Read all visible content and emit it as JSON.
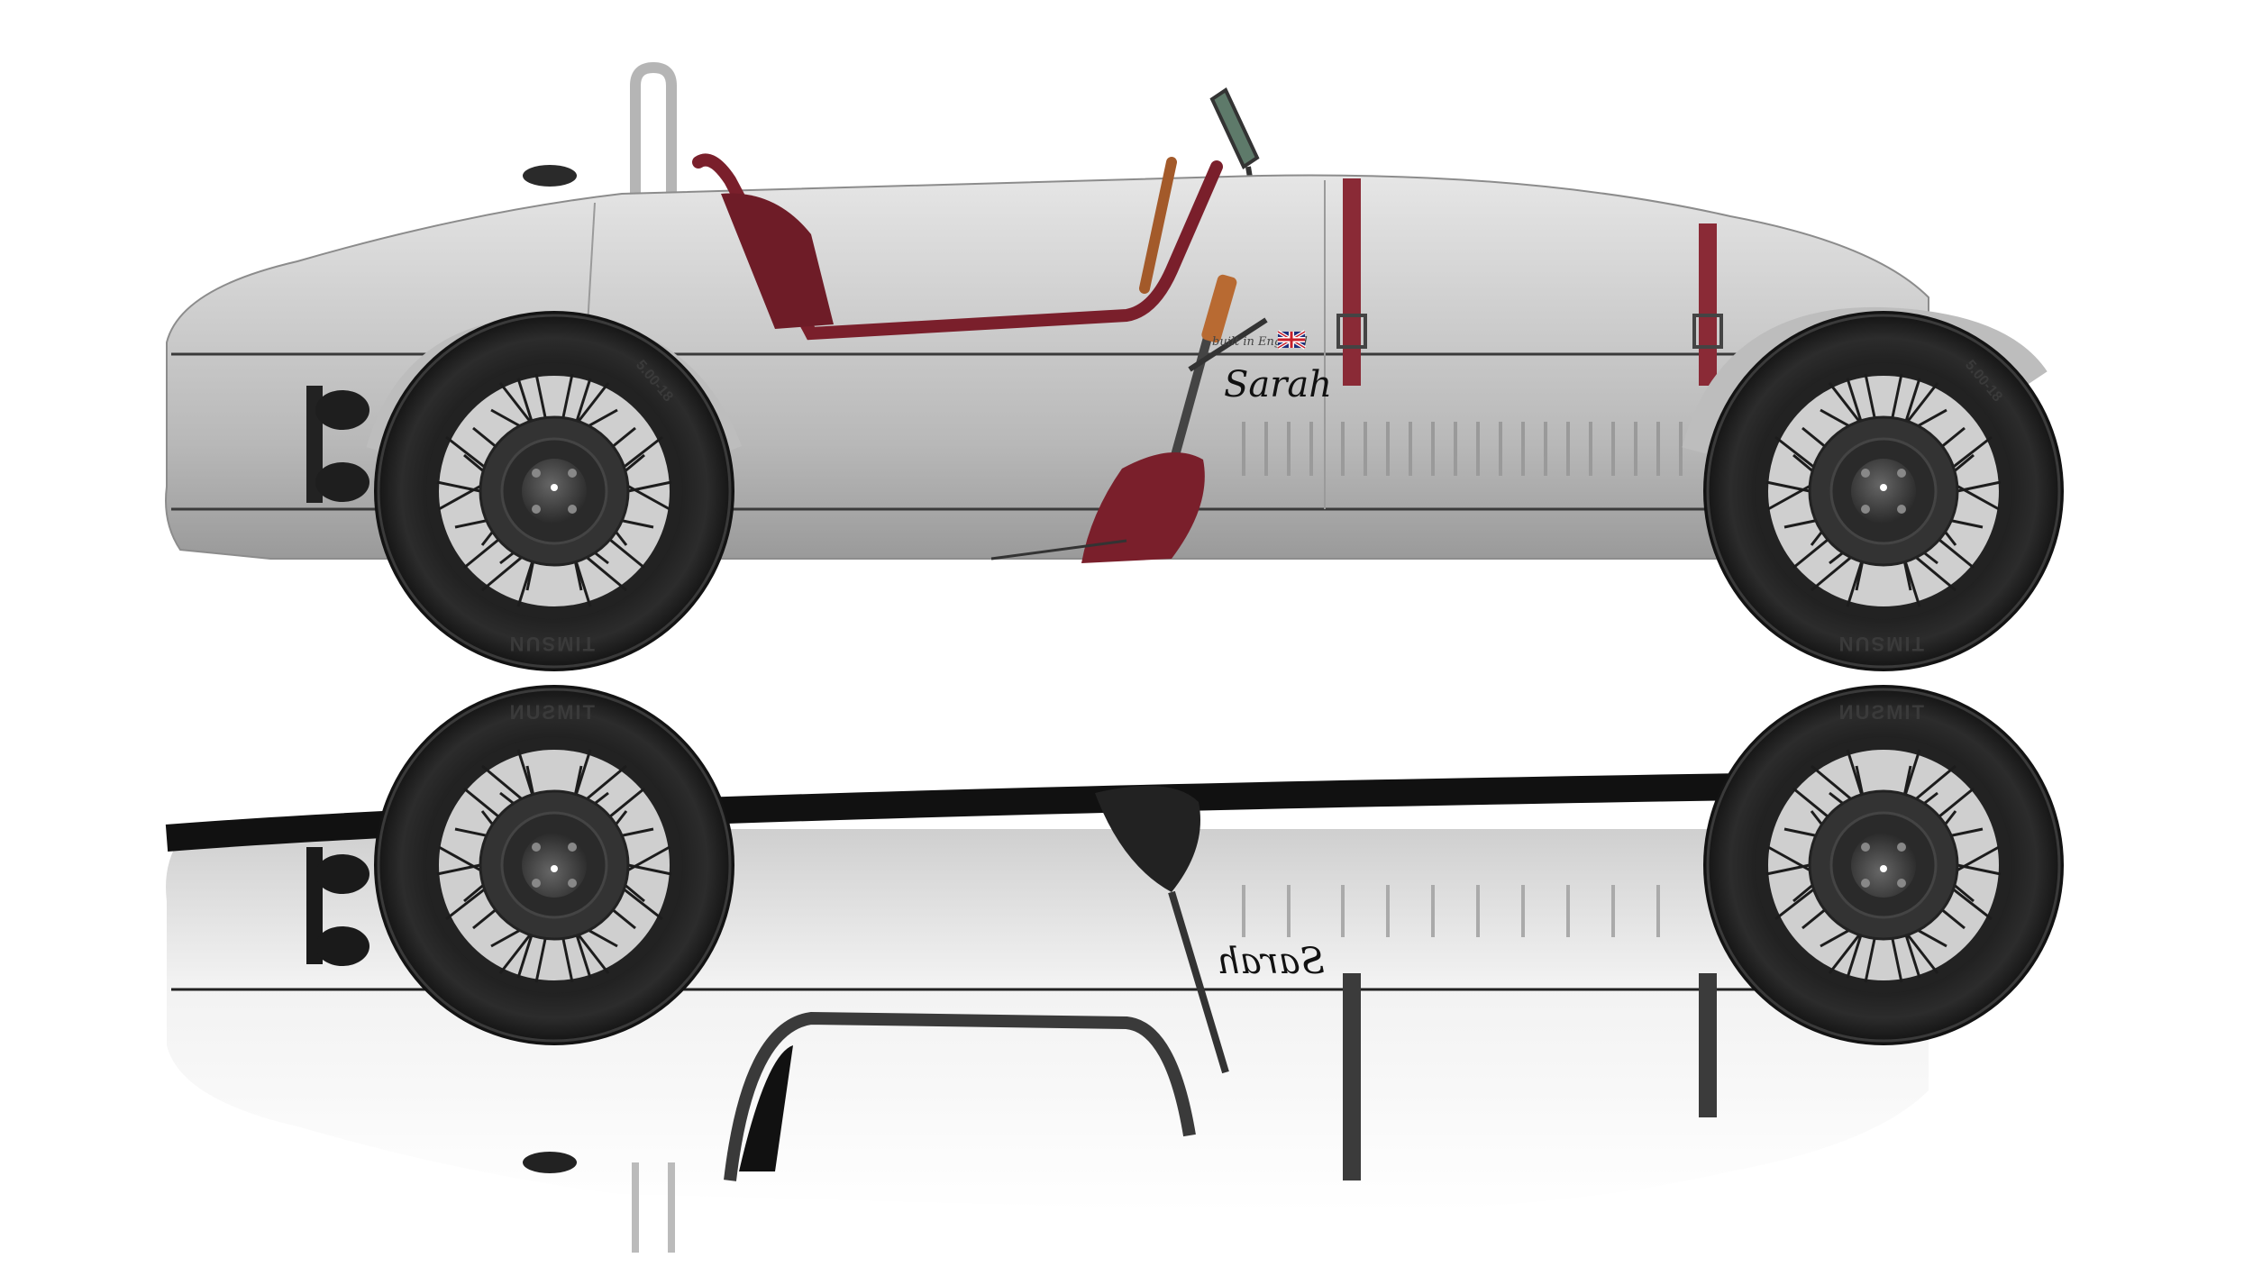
{
  "scene": {
    "subject": "vintage single-seat race car, side profile with mirrored reflection",
    "background_color": "#ffffff"
  },
  "car": {
    "name_script": "Sarah",
    "tagline_script": "built in England",
    "flag": "union-jack-icon",
    "body_color": "#c9c9c9",
    "upholstery_color": "#7a1f2b",
    "strap_color": "#8a2a36",
    "tire_brand": "TIMSUN",
    "tire_size": "5.00-18"
  },
  "reflection": {
    "name_script_mirrored": "Sarah",
    "tire_brand_mirrored": "TIMSUN"
  }
}
